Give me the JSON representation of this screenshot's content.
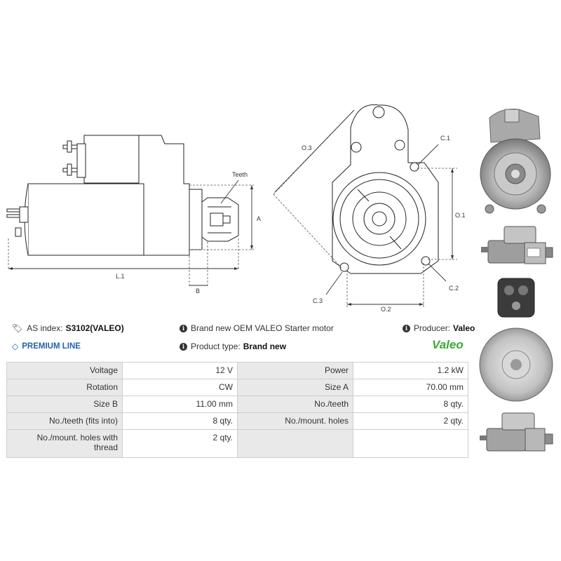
{
  "drawing": {
    "labels": {
      "teeth": "Teeth",
      "a": "A",
      "b": "B",
      "l1": "L.1",
      "o3": "O.3",
      "c1": "C.1",
      "o1": "O.1",
      "c2": "C.2",
      "c3": "C.3",
      "o2": "O.2"
    }
  },
  "info": {
    "as_index_label": "AS index:",
    "as_index_value": "S3102(VALEO)",
    "premium": "PREMIUM LINE",
    "description": "Brand new OEM VALEO Starter motor",
    "product_type_label": "Product type:",
    "product_type_value": "Brand new",
    "producer_label": "Producer:",
    "producer_value": "Valeo",
    "logo_text": "Valeo"
  },
  "specs": {
    "rows": [
      {
        "l1": "Voltage",
        "v1": "12 V",
        "l2": "Power",
        "v2": "1.2 kW"
      },
      {
        "l1": "Rotation",
        "v1": "CW",
        "l2": "Size A",
        "v2": "70.00 mm"
      },
      {
        "l1": "Size B",
        "v1": "11.00 mm",
        "l2": "No./teeth",
        "v2": "8 qty."
      },
      {
        "l1": "No./teeth (fits into)",
        "v1": "8 qty.",
        "l2": "No./mount. holes",
        "v2": "2 qty."
      },
      {
        "l1": "No./mount. holes with thread",
        "v1": "2 qty.",
        "l2": "",
        "v2": ""
      }
    ]
  },
  "colors": {
    "accent": "#2463b0",
    "logo_green": "#3aa935",
    "table_label_bg": "#e9e9e9"
  }
}
